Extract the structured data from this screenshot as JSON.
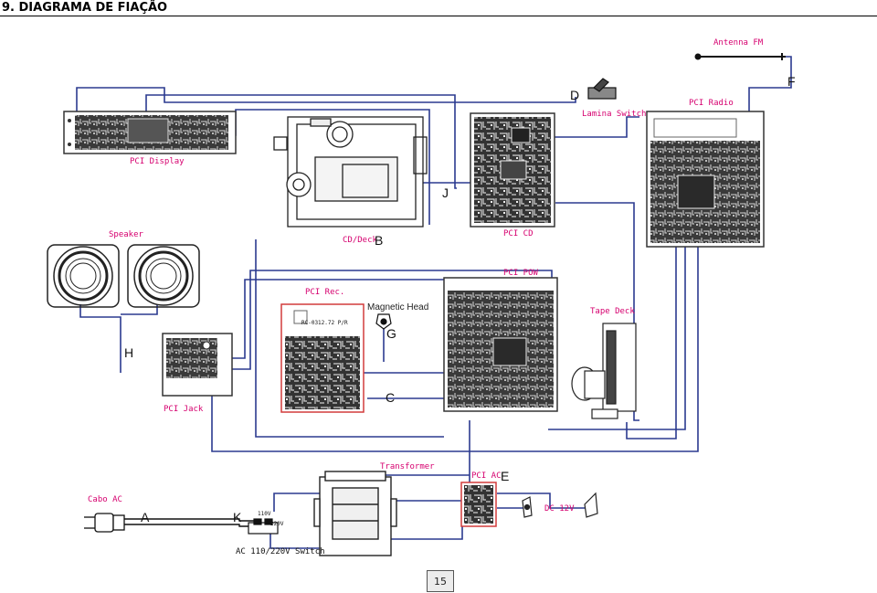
{
  "title": "9. DIAGRAMA DE FIAÇÃO",
  "page_number": "15",
  "colors": {
    "wire": "#2b3a8f",
    "label": "#d6006f",
    "board": "#2a2a2a",
    "rec_outline": "#d23c3c"
  },
  "components": {
    "antenna": "Antenna FM",
    "lamina_switch": "Lamina Switch",
    "pci_radio": "PCI Radio",
    "pci_display": "PCI Display",
    "speaker": "Speaker",
    "cd_deck": "CD/Deck",
    "pci_cd": "PCI CD",
    "pci_pow": "PCI POW",
    "pci_rec": "PCI Rec.",
    "magnetic_head": "Magnetic Head",
    "tape_deck": "Tape Deck",
    "pci_jack": "PCI Jack",
    "transformer": "Transformer",
    "pci_ac": "PCI AC",
    "cabo_ac": "Cabo AC",
    "dc_12v": "DC 12V",
    "ac_switch": "AC 110/220V Switch"
  },
  "small_text": {
    "rec_model": "RC-0312.72 P/R",
    "v110": "110V",
    "v220": "220V"
  },
  "connectors": {
    "a": "A",
    "b": "B",
    "c": "C",
    "d": "D",
    "e": "E",
    "f": "F",
    "g": "G",
    "h": "H",
    "j": "J",
    "k": "K"
  }
}
